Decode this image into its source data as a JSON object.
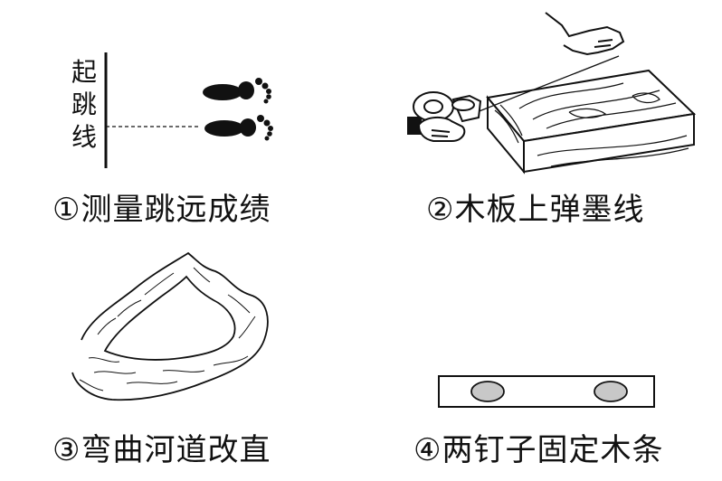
{
  "panels": [
    {
      "caption": "①测量跳远成绩",
      "start_line_label": [
        "起",
        "跳",
        "线"
      ]
    },
    {
      "caption": "②木板上弹墨线"
    },
    {
      "caption": "③弯曲河道改直"
    },
    {
      "caption": "④两钉子固定木条"
    }
  ],
  "colors": {
    "ink": "#111111",
    "nail_fill": "#c8c8c8",
    "background": "#ffffff"
  },
  "icons": [
    "footprint-icon",
    "hand-icon",
    "ink-reel-icon",
    "wood-block-icon",
    "river-icon",
    "nail-icon"
  ]
}
